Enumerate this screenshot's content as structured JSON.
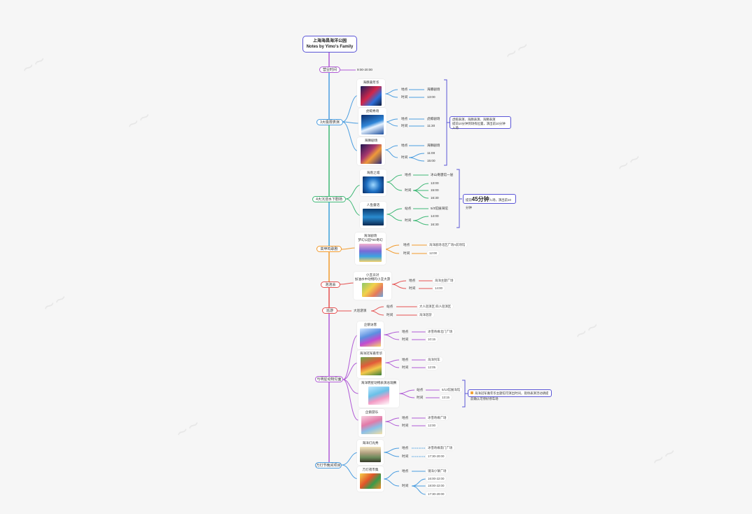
{
  "root": {
    "line1": "上海海昌海洋公园",
    "line2": "Notes by Yimo's Family"
  },
  "branches": {
    "hours": {
      "label": "营业时间",
      "value": "9:00-20:00"
    },
    "shows": {
      "label": "3大极限表演"
    },
    "underwater": {
      "label": "4大沉浸水下剧场"
    },
    "song": {
      "label": "高甲鸣歌剧"
    },
    "foam": {
      "label": "泡泡会"
    },
    "parade": {
      "label": "巡游"
    },
    "meet": {
      "label": "与明星动物见面"
    },
    "night": {
      "label": "万灯节晚间项目"
    }
  },
  "labels": {
    "place": "地点",
    "time": "时间",
    "site": "站点"
  },
  "show1": {
    "name": "海豚嘉年华",
    "place": "海豚剧场",
    "time": "13:00"
  },
  "show2": {
    "name": "虎鲸秀场",
    "place": "虎鲸剧场",
    "time": "11:30"
  },
  "show3": {
    "name": "海狮剧场",
    "place": "海狮剧场",
    "t1": "11:00",
    "t2": "15:00"
  },
  "show_summary": {
    "line1": "虎鲸表演、海豚表演、海狮表演",
    "line2": "提前10分钟到场找位置，演出前10分钟入场"
  },
  "uw1": {
    "name": "海底之城",
    "place": "冰山奇遇馆一层",
    "t1": "13:00",
    "t2": "15:00",
    "t3": "16:30"
  },
  "uw2": {
    "name": "人鱼童话",
    "place": "5/3馆展海馆",
    "t1": "14:00",
    "t2": "16:30"
  },
  "uw_summary": {
    "pre": "提前",
    "big": "45分钟",
    "post": "入场，演出前10分钟"
  },
  "song1": {
    "name1": "海洋剧场",
    "name2": "梦幻公园*5D奇幻",
    "place": "海洋剧场北区广场A前场馆",
    "time": "12:00"
  },
  "foam1": {
    "name1": "小丑派对",
    "name2": "加油水中动物的小丑大游",
    "place": "海洋主题广场",
    "time": "14:00"
  },
  "parade1": {
    "name": "大巡游演",
    "place": "大人巡演区 四人巡演区",
    "time": "海洋巡游"
  },
  "meet1": {
    "name": "企鹅访客",
    "place": "冰雪奇缘北门广场",
    "time": "10:15"
  },
  "meet2": {
    "name": "海洋冠军嘉年华",
    "place": "海洋列车",
    "time": "12:05"
  },
  "meet3": {
    "name": "海洋明星动物表演总观赛",
    "place": "5/13馆展海馆",
    "time": "13:15"
  },
  "meet4": {
    "name": "企鹅游乐",
    "place": "冰雪奇缘广场",
    "time": "12:00"
  },
  "meet_summary": {
    "text": "海洋冠军嘉年华主题馆可演出时间，现场表演活动请提前确认可停好停车场"
  },
  "night1": {
    "name": "海洋灯光秀",
    "place": "冰雪奇缘南门广场",
    "time": "17:30-20:00"
  },
  "night2": {
    "name": "万灯夜市集",
    "place": "镜海小镇广场",
    "t1": "16:00-22:00",
    "t2": "18:00-22:00",
    "t3": "17:30-20:00"
  }
}
